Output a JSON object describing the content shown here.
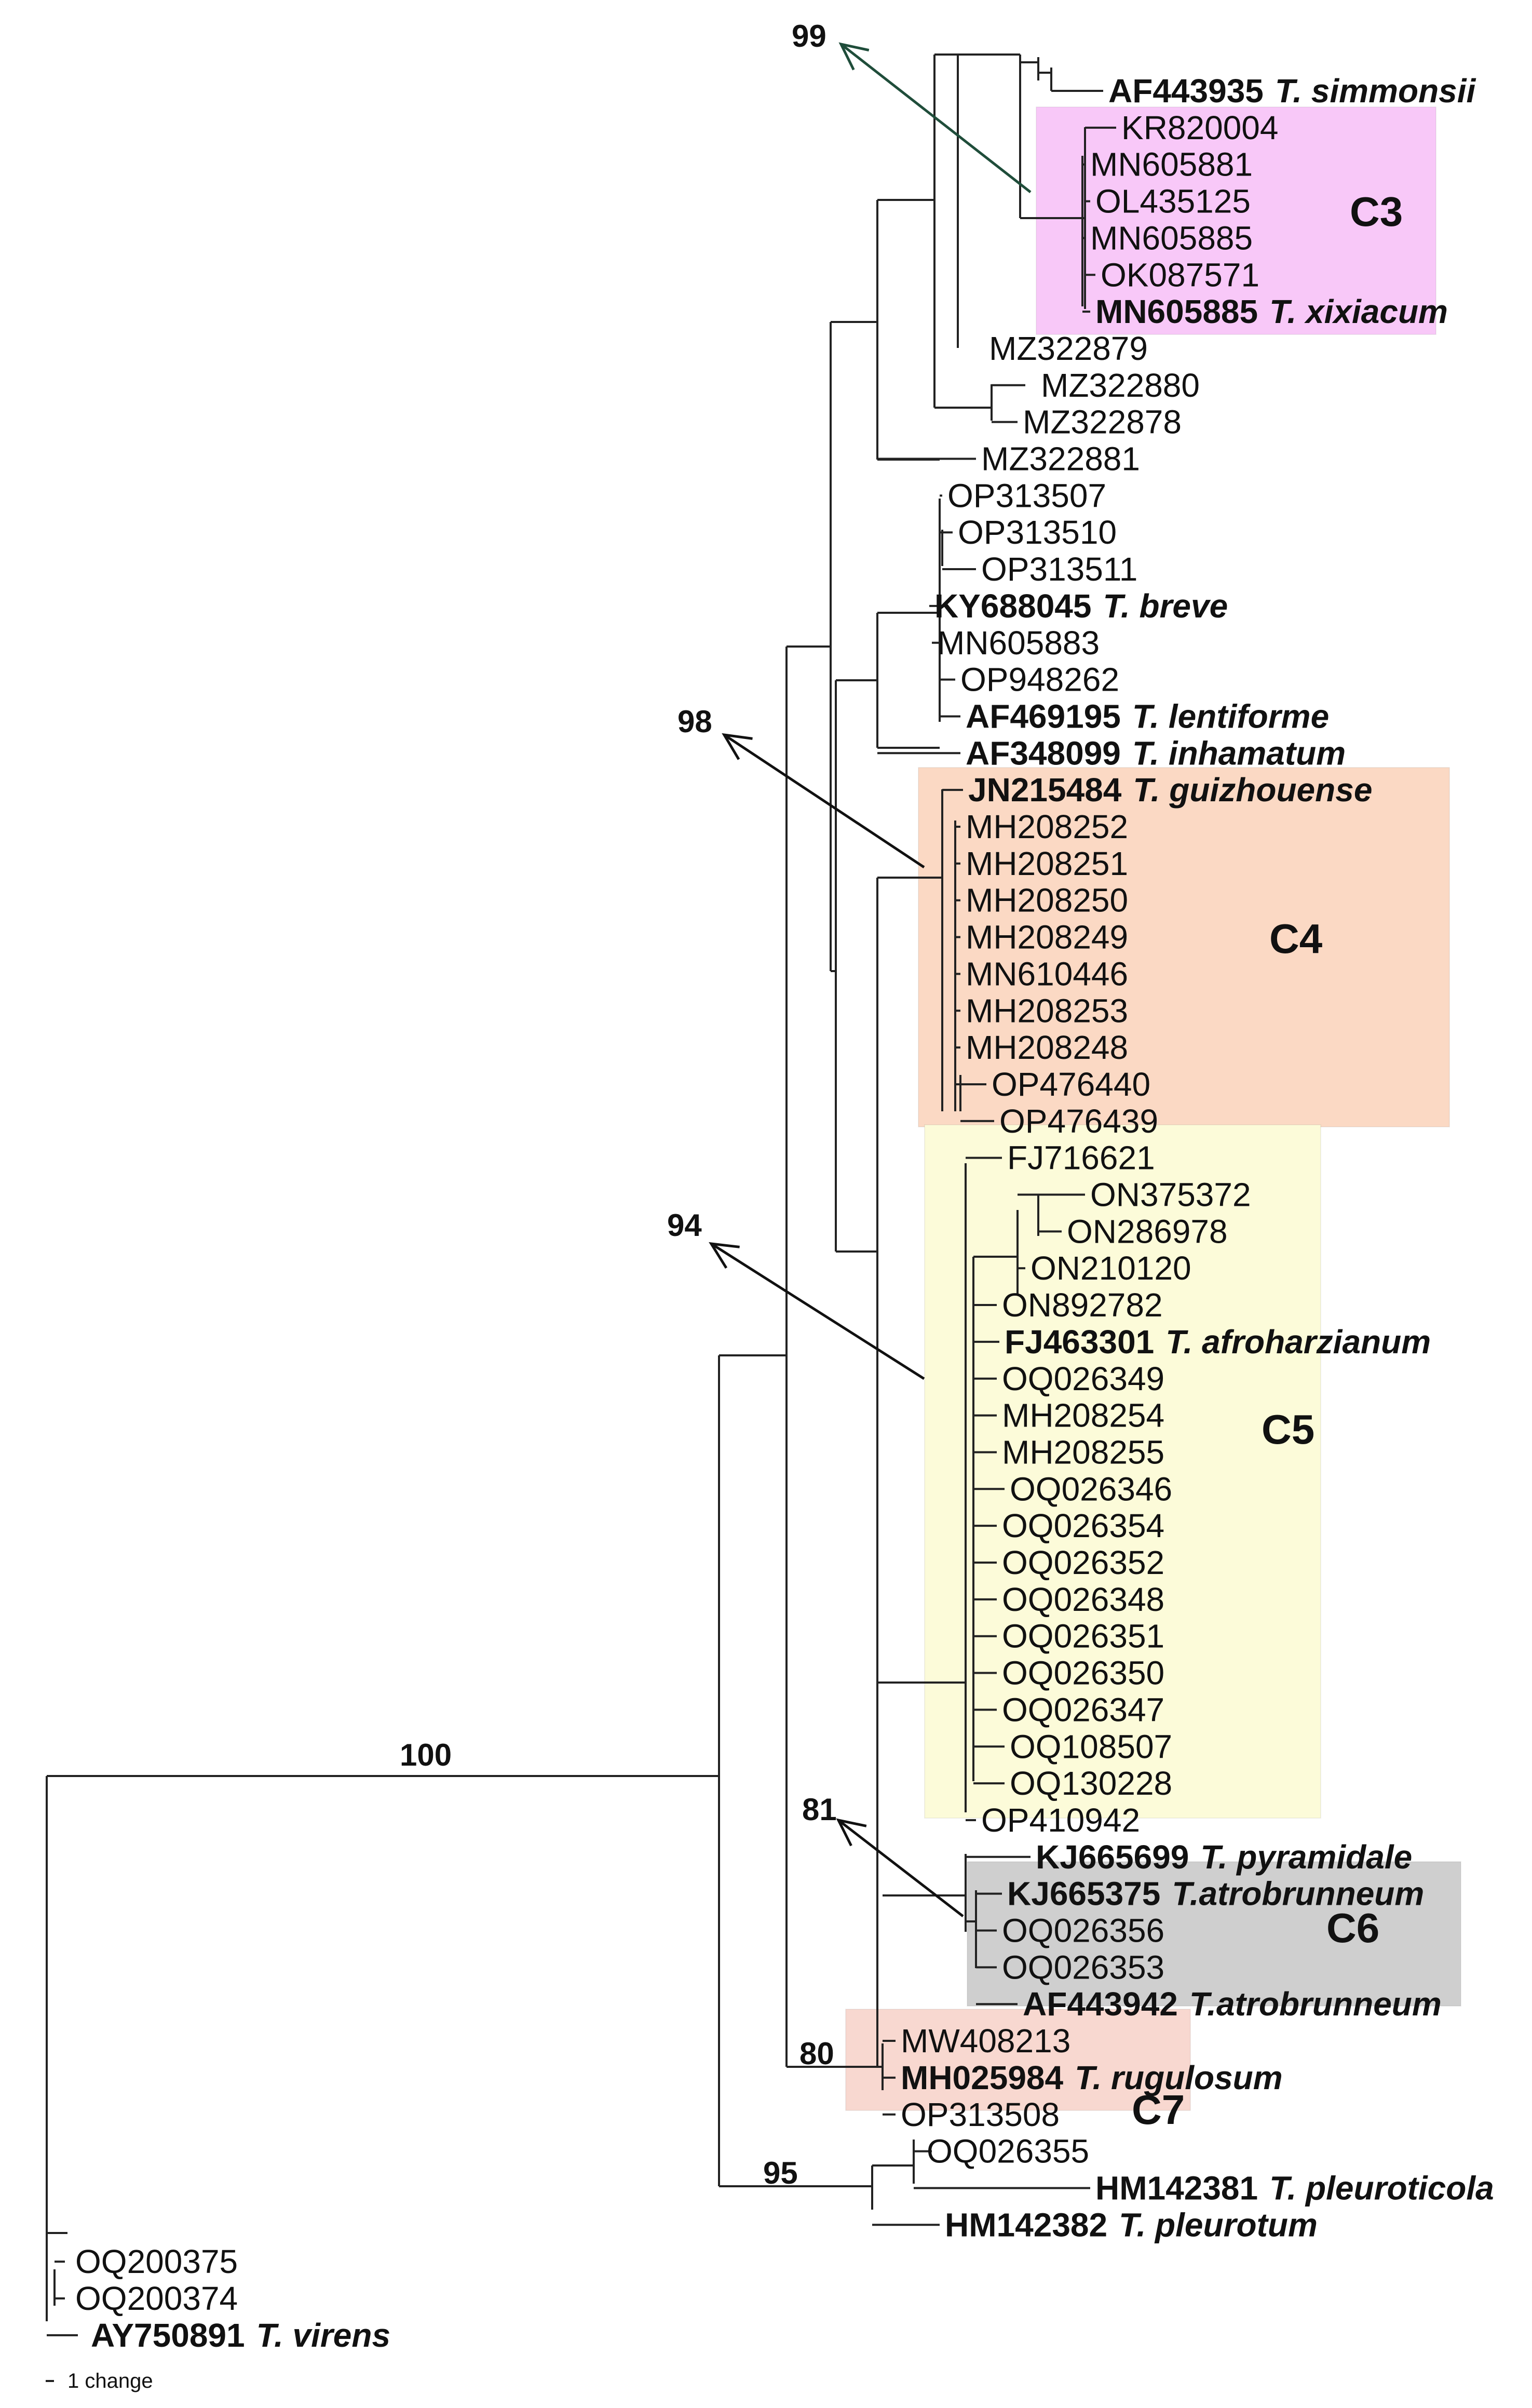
{
  "clades": [
    {
      "name": "C3",
      "color": "#f8c8f8"
    },
    {
      "name": "C4",
      "color": "#fbd9c4"
    },
    {
      "name": "C5",
      "color": "#fcfbd9"
    },
    {
      "name": "C6",
      "color": "#cfcfcf"
    },
    {
      "name": "C7",
      "color": "#f8d8d0"
    }
  ],
  "leaves": [
    {
      "acc": "AF443935",
      "sp": "T. simmonsii"
    },
    {
      "acc": "KR820004",
      "sp": ""
    },
    {
      "acc": "MN605881",
      "sp": ""
    },
    {
      "acc": "OL435125",
      "sp": ""
    },
    {
      "acc": "MN605885",
      "sp": ""
    },
    {
      "acc": "OK087571",
      "sp": ""
    },
    {
      "acc": "MN605885",
      "sp": "T. xixiacum"
    },
    {
      "acc": "MZ322879",
      "sp": ""
    },
    {
      "acc": "MZ322880",
      "sp": ""
    },
    {
      "acc": "MZ322878",
      "sp": ""
    },
    {
      "acc": "MZ322881",
      "sp": ""
    },
    {
      "acc": "OP313507",
      "sp": ""
    },
    {
      "acc": "OP313510",
      "sp": ""
    },
    {
      "acc": "OP313511",
      "sp": ""
    },
    {
      "acc": "KY688045",
      "sp": "T. breve"
    },
    {
      "acc": "MN605883",
      "sp": ""
    },
    {
      "acc": "OP948262",
      "sp": ""
    },
    {
      "acc": "AF469195",
      "sp": "T. lentiforme"
    },
    {
      "acc": "AF348099",
      "sp": "T. inhamatum"
    },
    {
      "acc": "JN215484",
      "sp": "T. guizhouense"
    },
    {
      "acc": "MH208252",
      "sp": ""
    },
    {
      "acc": "MH208251",
      "sp": ""
    },
    {
      "acc": "MH208250",
      "sp": ""
    },
    {
      "acc": "MH208249",
      "sp": ""
    },
    {
      "acc": "MN610446",
      "sp": ""
    },
    {
      "acc": "MH208253",
      "sp": ""
    },
    {
      "acc": "MH208248",
      "sp": ""
    },
    {
      "acc": "OP476440",
      "sp": ""
    },
    {
      "acc": "OP476439",
      "sp": ""
    },
    {
      "acc": "FJ716621",
      "sp": ""
    },
    {
      "acc": "ON375372",
      "sp": ""
    },
    {
      "acc": "ON286978",
      "sp": ""
    },
    {
      "acc": "ON210120",
      "sp": ""
    },
    {
      "acc": "ON892782",
      "sp": ""
    },
    {
      "acc": "FJ463301",
      "sp": "T. afroharzianum"
    },
    {
      "acc": "OQ026349",
      "sp": ""
    },
    {
      "acc": "MH208254",
      "sp": ""
    },
    {
      "acc": "MH208255",
      "sp": ""
    },
    {
      "acc": "OQ026346",
      "sp": ""
    },
    {
      "acc": "OQ026354",
      "sp": ""
    },
    {
      "acc": "OQ026352",
      "sp": ""
    },
    {
      "acc": "OQ026348",
      "sp": ""
    },
    {
      "acc": "OQ026351",
      "sp": ""
    },
    {
      "acc": "OQ026350",
      "sp": ""
    },
    {
      "acc": "OQ026347",
      "sp": ""
    },
    {
      "acc": "OQ108507",
      "sp": ""
    },
    {
      "acc": "OQ130228",
      "sp": ""
    },
    {
      "acc": "OP410942",
      "sp": ""
    },
    {
      "acc": "KJ665699",
      "sp": "T. pyramidale"
    },
    {
      "acc": "KJ665375",
      "sp": "T.atrobrunneum"
    },
    {
      "acc": "OQ026356",
      "sp": ""
    },
    {
      "acc": "OQ026353",
      "sp": ""
    },
    {
      "acc": "AF443942",
      "sp": "T.atrobrunneum"
    },
    {
      "acc": "MW408213",
      "sp": ""
    },
    {
      "acc": "MH025984",
      "sp": "T. rugulosum"
    },
    {
      "acc": "OP313508",
      "sp": ""
    },
    {
      "acc": "OQ026355",
      "sp": ""
    },
    {
      "acc": "HM142381",
      "sp": "T. pleuroticola"
    },
    {
      "acc": "HM142382",
      "sp": "T. pleurotum"
    },
    {
      "acc": "OQ200375",
      "sp": ""
    },
    {
      "acc": "OQ200374",
      "sp": ""
    },
    {
      "acc": "AY750891",
      "sp": "T. virens"
    }
  ],
  "bootstrap": [
    "99",
    "98",
    "94",
    "81",
    "80",
    "95",
    "100"
  ],
  "scale_bar": "1 change"
}
